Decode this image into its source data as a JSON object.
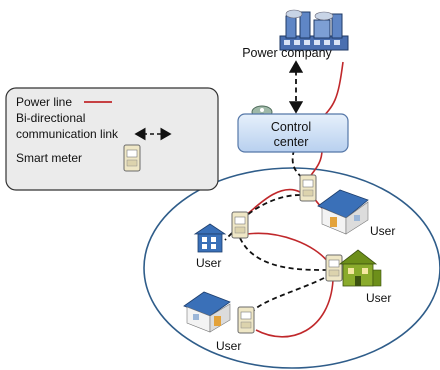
{
  "power_company": {
    "label": "Power company",
    "icon": "power-plant-icon"
  },
  "control_center": {
    "label_line1": "Control",
    "label_line2": "center",
    "icon": "antenna-icon"
  },
  "legend": {
    "power_line_label": "Power line",
    "comm_link_line1": "Bi-directional",
    "comm_link_line2": "communication link",
    "smart_meter_label": "Smart meter"
  },
  "users": [
    {
      "label": "User"
    },
    {
      "label": "User"
    },
    {
      "label": "User"
    },
    {
      "label": "User"
    }
  ],
  "colors": {
    "power_line": "#c0282b",
    "comm_link": "#111111",
    "control_center_fill": "#cfe0f5",
    "legend_fill": "#ebebeb",
    "house_blue": "#3a70b8",
    "house_green": "#6d8f1a"
  }
}
